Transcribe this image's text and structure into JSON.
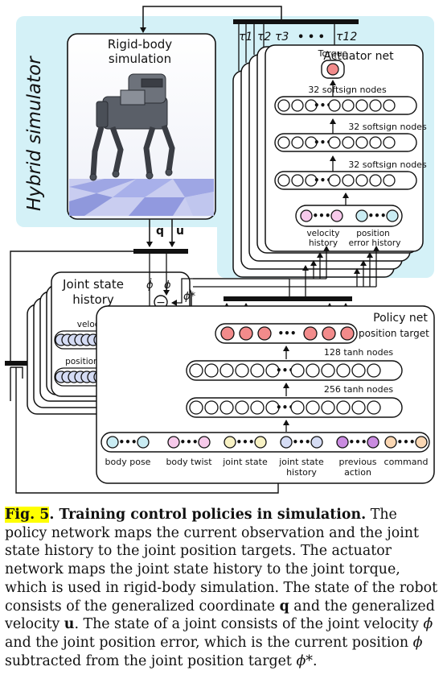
{
  "figure_label": "Fig. 5",
  "figure_title": "Training control policies in simulation.",
  "caption_parts": [
    "The policy network maps the current observation and the joint state history to the joint position targets. The actuator network maps the joint state history to the joint torque, which is used in rigid-body simulation. The state of the robot consists of the generalized coordinate ",
    " and the generalized velocity ",
    ". The state of a joint consists of the joint velocity ",
    " and the joint position error, which is the current position ",
    " subtracted from the joint position target ",
    "."
  ],
  "symbols": {
    "q": "q",
    "u": "u",
    "phi": "ϕ",
    "phi_dot": "ϕ̇",
    "phi_star": "ϕ*"
  },
  "hybrid_simulator": {
    "label": "Hybrid simulator",
    "bg_color": "#d4f1f7"
  },
  "rigid_body": {
    "title_line1": "Rigid-body",
    "title_line2": "simulation"
  },
  "torque_bus": {
    "labels": [
      "τ1",
      "τ2",
      "τ3",
      "• • •",
      "τ12"
    ]
  },
  "actuator_net": {
    "title": "Actuator net",
    "output_label": "Torque",
    "hidden_layers": [
      "32 softsign nodes",
      "32 softsign nodes",
      "32 softsign nodes"
    ],
    "inputs": [
      "velocity history",
      "position error history"
    ]
  },
  "joint_state_history": {
    "title_line1": "Joint state",
    "title_line2": "history",
    "rows": [
      "velocity history",
      "position error history"
    ],
    "minus_symbol": "−"
  },
  "policy_net": {
    "title": "Policy net",
    "output_label": "position target",
    "hidden_layers": [
      "128 tanh nodes",
      "256 tanh nodes"
    ],
    "inputs": [
      {
        "label_line1": "body pose",
        "label_line2": "",
        "color": "#c9ecf3"
      },
      {
        "label_line1": "body twist",
        "label_line2": "",
        "color": "#f6c9ea"
      },
      {
        "label_line1": "joint state",
        "label_line2": "",
        "color": "#f8f2c4"
      },
      {
        "label_line1": "joint state",
        "label_line2": "history",
        "color": "#d5dcf4"
      },
      {
        "label_line1": "previous",
        "label_line2": "action",
        "color": "#c98be0"
      },
      {
        "label_line1": "command",
        "label_line2": "",
        "color": "#fbd7b3"
      }
    ]
  },
  "colors": {
    "output_node": "#f28b8b",
    "history_node": "#d5dcf4",
    "velocity_input": "#f6c9ea",
    "error_input": "#c9ecf3",
    "highlight": "#ffff00"
  }
}
